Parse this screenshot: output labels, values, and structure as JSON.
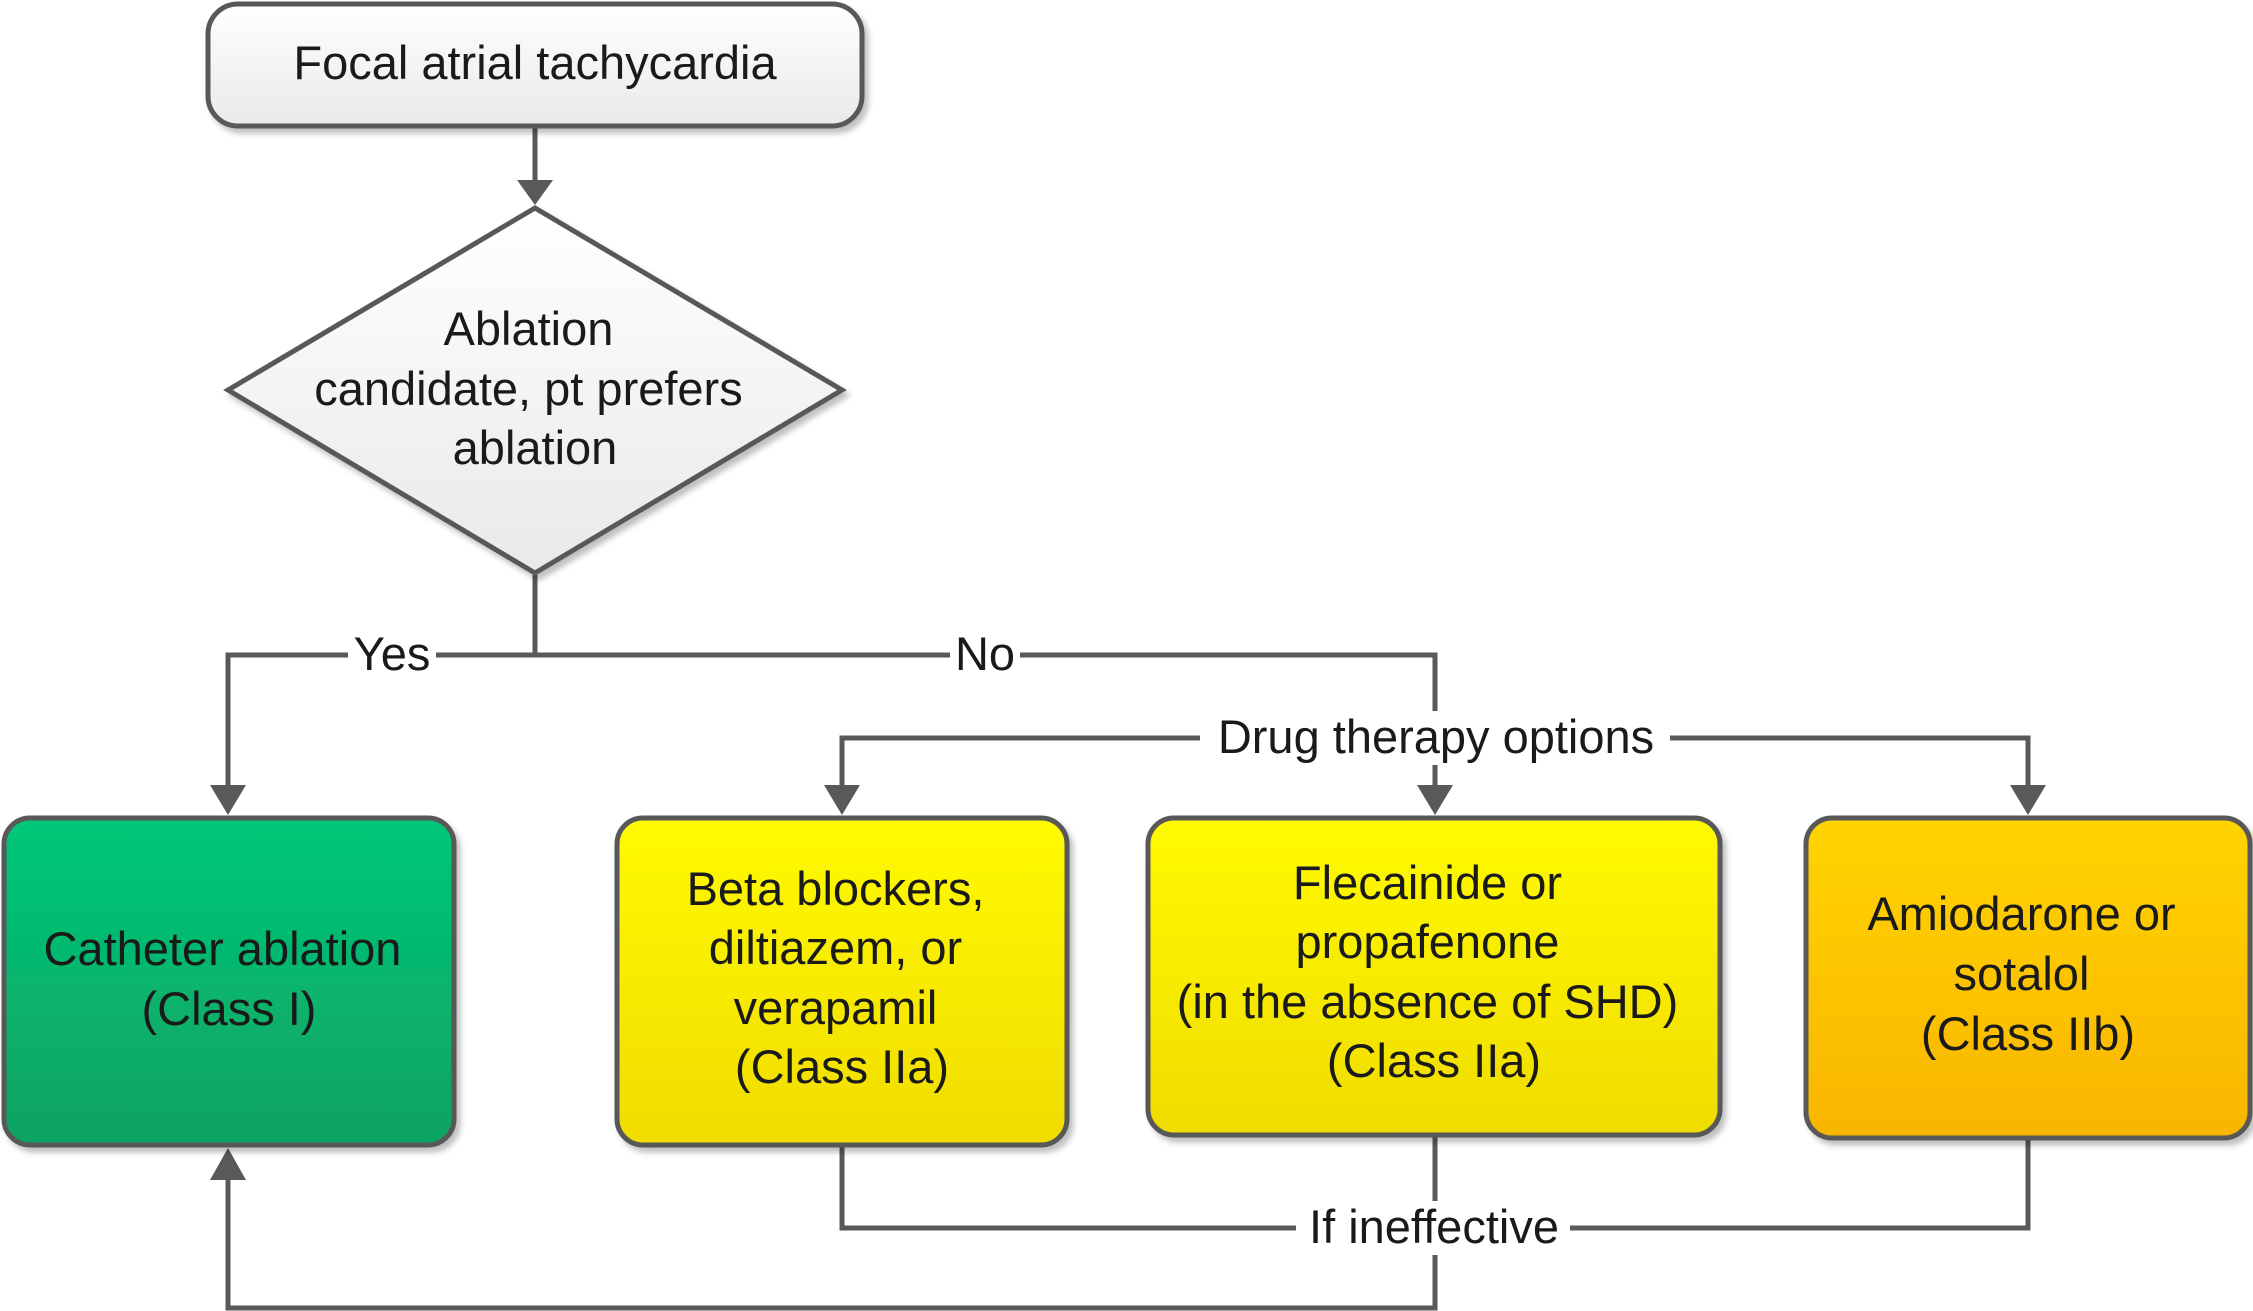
{
  "colors": {
    "stroke": "#595959",
    "start_fill": "#f2f2f2",
    "decision_fill": "#f2f2f2",
    "class_i": "#00b464",
    "class_iia": "#f5e600",
    "class_iib": "#fcbf00"
  },
  "nodes": {
    "start": {
      "lines": [
        "Focal atrial tachycardia"
      ]
    },
    "decision": {
      "lines": [
        "Ablation",
        "candidate, pt prefers",
        "ablation"
      ]
    },
    "catheter": {
      "lines": [
        "Catheter ablation",
        "(Class I)"
      ]
    },
    "beta": {
      "lines": [
        "Beta blockers,",
        "diltiazem, or",
        "verapamil",
        "(Class IIa)"
      ]
    },
    "flec": {
      "lines": [
        "Flecainide or",
        "propafenone",
        "(in the absence of SHD)",
        "(Class IIa)"
      ]
    },
    "amio": {
      "lines": [
        "Amiodarone or",
        "sotalol",
        "(Class IIb)"
      ]
    }
  },
  "edges": {
    "yes": "Yes",
    "no": "No",
    "drug_options": "Drug therapy options",
    "ineffective": "If ineffective"
  }
}
